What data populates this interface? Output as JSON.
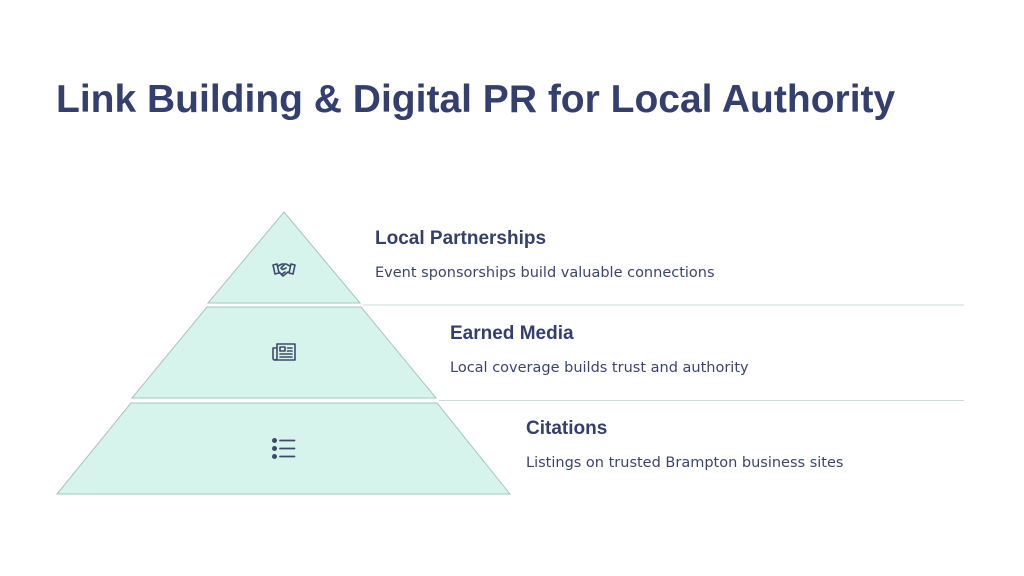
{
  "title": "Link Building & Digital PR for Local Authority",
  "colors": {
    "title": "#323f6f",
    "pyramid_fill": "#d7f4ec",
    "pyramid_stroke": "#a3c7bc",
    "divider": "#c9ddd7",
    "icon": "#3f4a6a"
  },
  "levels": [
    {
      "heading": "Local Partnerships",
      "description": "Event sponsorships build valuable connections",
      "icon": "handshake-icon"
    },
    {
      "heading": "Earned Media",
      "description": "Local coverage builds trust and authority",
      "icon": "newspaper-icon"
    },
    {
      "heading": "Citations",
      "description": "Listings on trusted Brampton business sites",
      "icon": "list-icon"
    }
  ]
}
